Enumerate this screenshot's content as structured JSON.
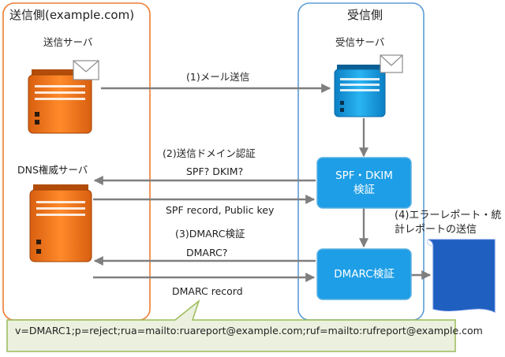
{
  "sender": {
    "title": "送信側(example.com)",
    "mail_server": "送信サーバ",
    "dns_server": "DNS権威サーバ"
  },
  "receiver": {
    "title": "受信側",
    "mail_server": "受信サーバ"
  },
  "steps": {
    "send": "(1)メール送信",
    "domain_auth": "(2)送信ドメイン認証",
    "spf_dkim_query": "SPF? DKIM?",
    "spf_dkim_response": "SPF record, Public key",
    "dmarc_verify": "(3)DMARC検証",
    "dmarc_query": "DMARC?",
    "dmarc_response": "DMARC record",
    "report_line1": "(4)エラーレポート・統",
    "report_line2": "計レポートの送信"
  },
  "boxes": {
    "spf_dkim_line1": "SPF・DKIM",
    "spf_dkim_line2": "検証",
    "dmarc": "DMARC検証"
  },
  "dmarc_record": "v=DMARC1;p=reject;rua=mailto:ruareport@example.com;ruf=mailto:rufreport@example.com",
  "colors": {
    "sender_border": "#ed7d31",
    "receiver_border": "#5b9bd5",
    "server_orange": "#f47a20",
    "server_blue": "#1aa3e8",
    "box_fill": "#1e9ee6",
    "arrow": "#7f7f7f",
    "report": "#1f5fbf",
    "note_fill": "#ebf1de",
    "note_border": "#9bbb59"
  }
}
